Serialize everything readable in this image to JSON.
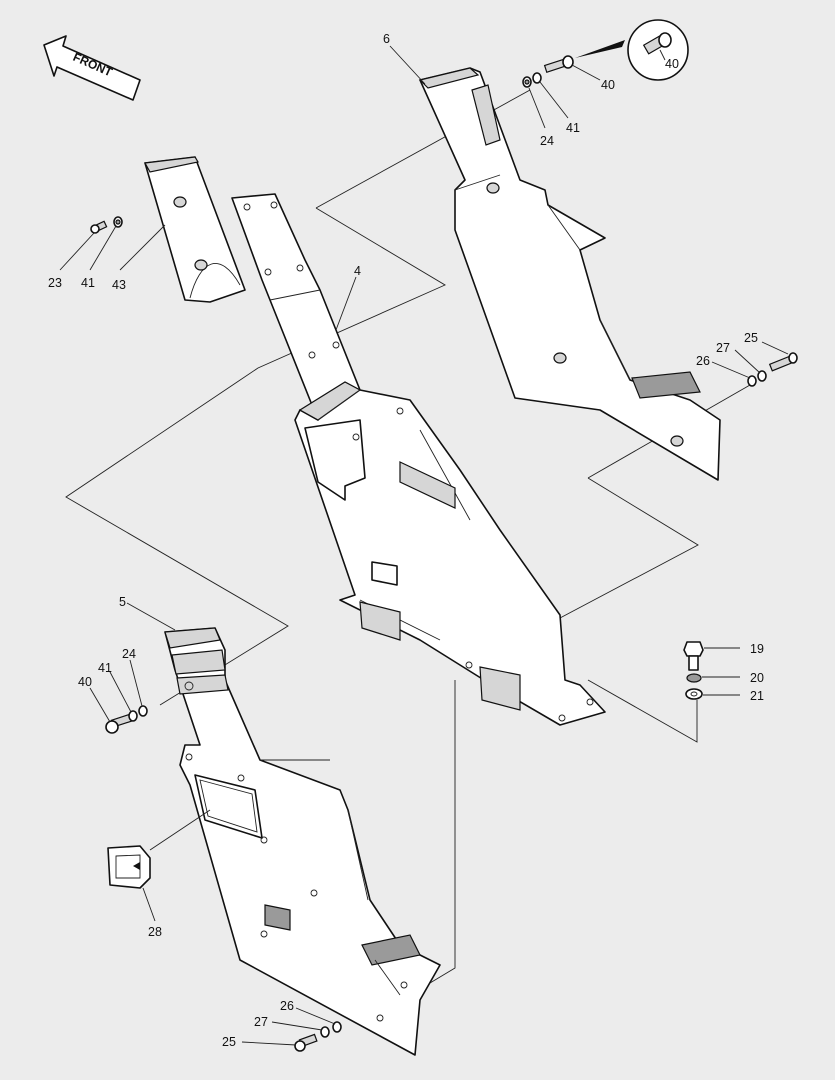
{
  "front_label": "FRONT",
  "callouts": {
    "c4": "4",
    "c5": "5",
    "c6": "6",
    "c19": "19",
    "c20": "20",
    "c21": "21",
    "c23": "23",
    "c41a": "41",
    "c43": "43",
    "c40a": "40",
    "c41b": "41",
    "c24a": "24",
    "c40b": "40",
    "c40c": "40",
    "c41c": "41",
    "c24b": "24",
    "c25a": "25",
    "c27a": "27",
    "c26a": "26",
    "c28": "28",
    "c26b": "26",
    "c27b": "27",
    "c25b": "25"
  }
}
